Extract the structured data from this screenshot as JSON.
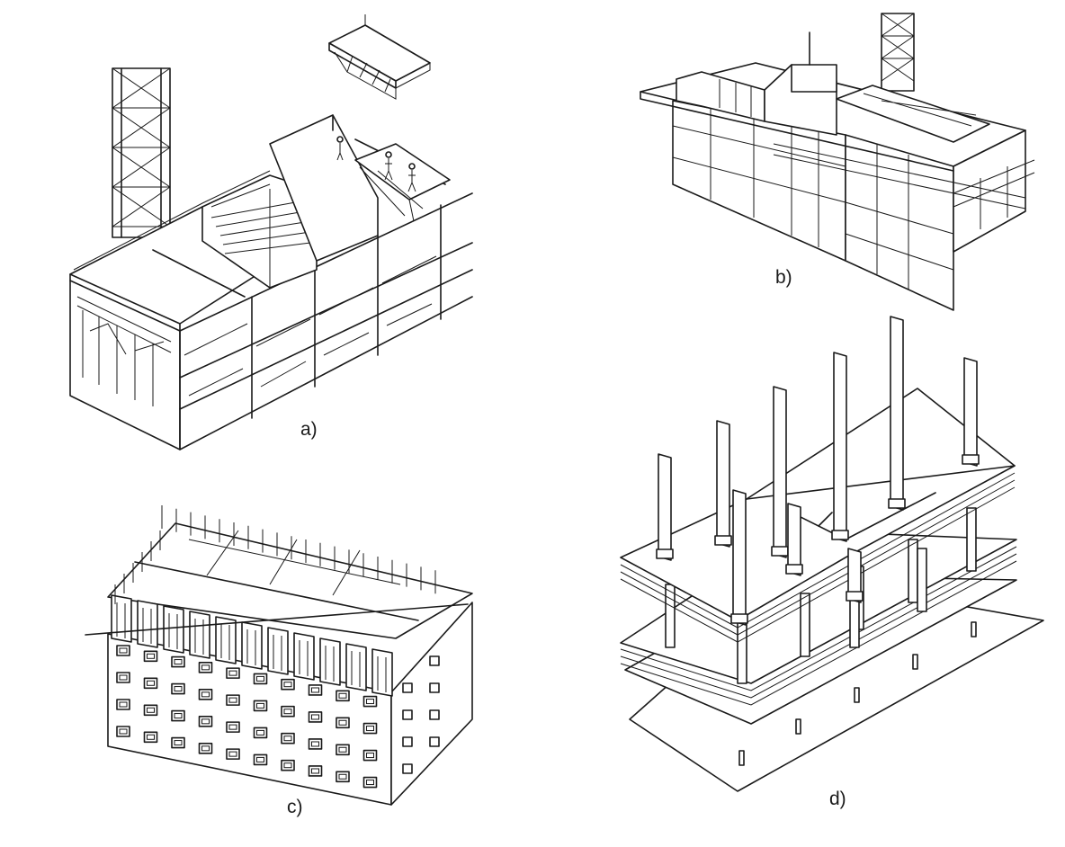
{
  "panels": [
    {
      "id": "a",
      "label": "a)"
    },
    {
      "id": "b",
      "label": "b)"
    },
    {
      "id": "c",
      "label": "c)"
    },
    {
      "id": "d",
      "label": "d)"
    }
  ],
  "colors": {
    "ink": "#1a1a1a",
    "paper": "#ffffff"
  }
}
